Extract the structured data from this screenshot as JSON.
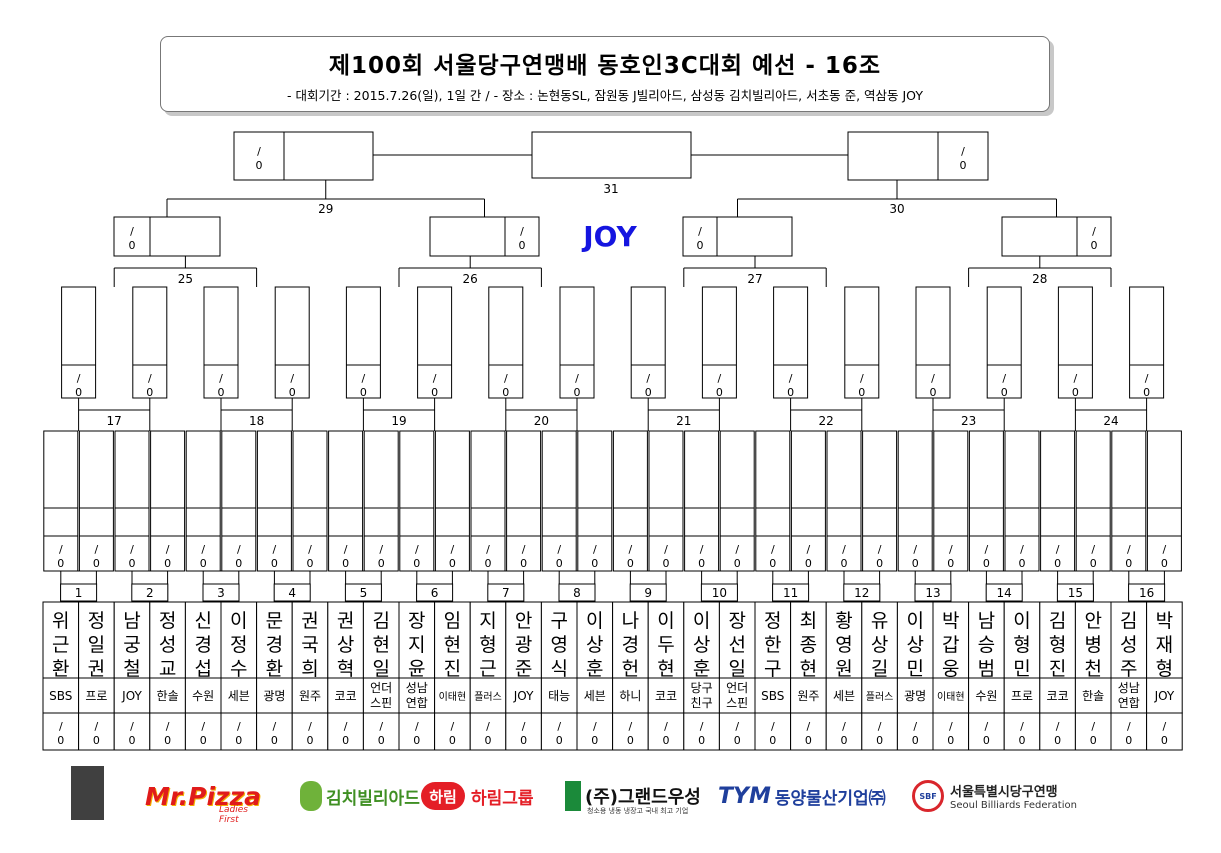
{
  "header": {
    "title": "제100회  서울당구연맹배  동호인3C대회  예선  -  16조",
    "subtitle": "- 대회기간 : 2015.7.26(일), 1일 간 / - 장소 : 논현동SL, 잠원동 J빌리아드, 삼성동 김치빌리아드, 서초동 준, 역삼동 JOY"
  },
  "venue_mark": "JOY",
  "score": "/\n0",
  "players": [
    {
      "seed": "1",
      "name": "위근환",
      "club": "SBS"
    },
    {
      "seed": "1",
      "name": "정일권",
      "club": "프로"
    },
    {
      "seed": "2",
      "name": "남궁철",
      "club": "JOY"
    },
    {
      "seed": "2",
      "name": "정성교",
      "club": "한솔"
    },
    {
      "seed": "3",
      "name": "신경섭",
      "club": "수원"
    },
    {
      "seed": "3",
      "name": "이정수",
      "club": "세븐"
    },
    {
      "seed": "4",
      "name": "문경환",
      "club": "광명"
    },
    {
      "seed": "4",
      "name": "권국희",
      "club": "원주"
    },
    {
      "seed": "5",
      "name": "권상혁",
      "club": "코코"
    },
    {
      "seed": "5",
      "name": "김현일",
      "club": "언더 스핀"
    },
    {
      "seed": "6",
      "name": "장지윤",
      "club": "성남 연합"
    },
    {
      "seed": "6",
      "name": "임현진",
      "club": "이태현"
    },
    {
      "seed": "7",
      "name": "지형근",
      "club": "플러스"
    },
    {
      "seed": "7",
      "name": "안광준",
      "club": "JOY"
    },
    {
      "seed": "8",
      "name": "구영식",
      "club": "태능"
    },
    {
      "seed": "8",
      "name": "이상훈",
      "club": "세븐"
    },
    {
      "seed": "9",
      "name": "나경헌",
      "club": "하니"
    },
    {
      "seed": "9",
      "name": "이두현",
      "club": "코코"
    },
    {
      "seed": "10",
      "name": "이상훈",
      "club": "당구 친구"
    },
    {
      "seed": "10",
      "name": "장선일",
      "club": "언더 스핀"
    },
    {
      "seed": "11",
      "name": "정한구",
      "club": "SBS"
    },
    {
      "seed": "11",
      "name": "최종현",
      "club": "원주"
    },
    {
      "seed": "12",
      "name": "황영원",
      "club": "세븐"
    },
    {
      "seed": "12",
      "name": "유상길",
      "club": "플러스"
    },
    {
      "seed": "13",
      "name": "이상민",
      "club": "광명"
    },
    {
      "seed": "13",
      "name": "박갑웅",
      "club": "이태현"
    },
    {
      "seed": "14",
      "name": "남승범",
      "club": "수원"
    },
    {
      "seed": "14",
      "name": "이형민",
      "club": "프로"
    },
    {
      "seed": "15",
      "name": "김형진",
      "club": "코코"
    },
    {
      "seed": "15",
      "name": "안병천",
      "club": "한솔"
    },
    {
      "seed": "16",
      "name": "김성주",
      "club": "성남 연합"
    },
    {
      "seed": "16",
      "name": "박재형",
      "club": "JOY"
    }
  ],
  "match_numbers": {
    "round1": [
      "1",
      "2",
      "3",
      "4",
      "5",
      "6",
      "7",
      "8",
      "9",
      "10",
      "11",
      "12",
      "13",
      "14",
      "15",
      "16"
    ],
    "round2": [
      "17",
      "18",
      "19",
      "20",
      "21",
      "22",
      "23",
      "24"
    ],
    "round3": [
      "25",
      "26",
      "27",
      "28"
    ],
    "round4": [
      "29",
      "30"
    ],
    "final": "31"
  },
  "sponsors": [
    {
      "name": "Mr.Pizza",
      "tagline": "Ladies First"
    },
    {
      "name": "김치빌리아드"
    },
    {
      "name": "하림그룹",
      "mark": "하림"
    },
    {
      "name": "(주)그랜드우성",
      "tagline": "청소용 냉동 냉장고 국내 최고 기업"
    },
    {
      "name": "동양물산기업㈜",
      "mark": "TYM"
    },
    {
      "name": "서울특별시당구연맹",
      "tagline": "Seoul Billiards Federation",
      "mark": "SBF"
    }
  ],
  "colors": {
    "joy": "#1515e0",
    "line": "#000000",
    "card_shadow": "#c8c8c8"
  }
}
